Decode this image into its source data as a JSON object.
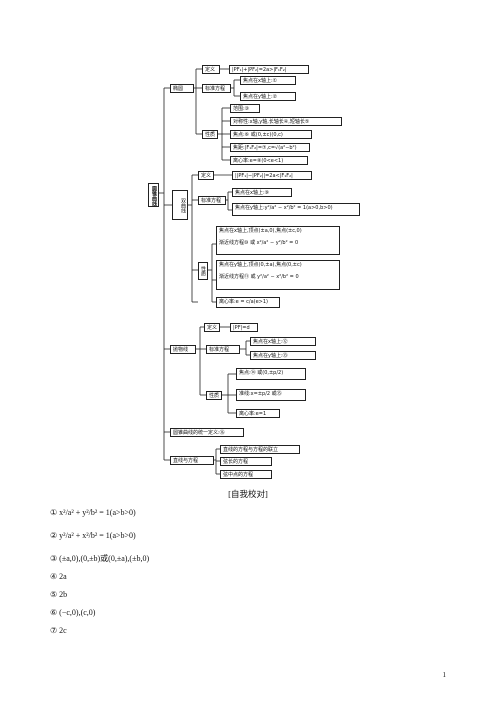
{
  "map": {
    "root": "圆锥曲线",
    "ellipse": {
      "label": "椭圆",
      "definition": "定义",
      "definition_formula": "|PF₁|+|PF₂|=2a>|F₁F₂|",
      "standard_equation": "标准方程",
      "eq_x_axis": "焦点在x轴上:①",
      "eq_y_axis": "焦点在y轴上:②",
      "properties": "性质",
      "prop_range": "范围:③",
      "prop_symmetry": "对称性:x轴,y轴,长轴长④,短轴长⑤",
      "prop_foci": "焦点:⑥ 或(0,±c)(0,c)",
      "prop_focal_distance": "焦距:|F₁F₂|=⑦,c=√(a²−b²)",
      "prop_eccentricity": "离心率:e=⑧(0<e<1)"
    },
    "hyperbola": {
      "label": "双曲线",
      "definition": "定义",
      "definition_formula": "||PF₁|−|PF₂||=2a<|F₁F₂|",
      "standard_equation": "标准方程",
      "eq_x_axis": "焦点在x轴上:⑨",
      "eq_y_axis": "焦点在y轴上:y²/a² − x²/b² = 1(a>0,b>0)",
      "properties": "性质",
      "prop_x_focus": "焦点在x轴上,顶点(±a,0),焦点(±c,0)",
      "prop_x_asymptote": "渐近线方程⑩ 或 x²/a² − y²/b² = 0",
      "prop_y_focus": "焦点在y轴上,顶点(0,±a),焦点(0,±c)",
      "prop_y_asymptote": "渐近线方程⑪ 或 y²/a² − x²/b² = 0",
      "prop_eccentricity": "离心率:e = c/a(e>1)"
    },
    "parabola": {
      "label": "抛物线",
      "definition": "定义",
      "definition_formula": "|PF|=d",
      "standard_equation": "标准方程",
      "eq_x_axis": "焦点在x轴上:⑫",
      "eq_y_axis": "焦点在y轴上:⑬",
      "properties": "性质",
      "prop_focus": "焦点:⑭ 或(0,±p/2)",
      "prop_directrix": "准线:x=±p/2 或⑮",
      "prop_eccentricity": "离心率:e=1"
    },
    "unified": "圆锥曲线的统一定义:⑯",
    "line_curve": {
      "label": "直线与方程",
      "item1": "直线的方程与方程的联立",
      "item2": "弦长的方程",
      "item3": "弦中点的方程"
    }
  },
  "caption": "[自我校对]",
  "answers": [
    "① x²/a² + y²/b² = 1(a>b>0)",
    "② y²/a² + x²/b² = 1(a>b>0)",
    "③ (±a,0),(0,±b)或(0,±a),(±b,0)",
    "④ 2a",
    "⑤ 2b",
    "⑥ (−c,0),(c,0)",
    "⑦ 2c"
  ],
  "page_number": "1"
}
